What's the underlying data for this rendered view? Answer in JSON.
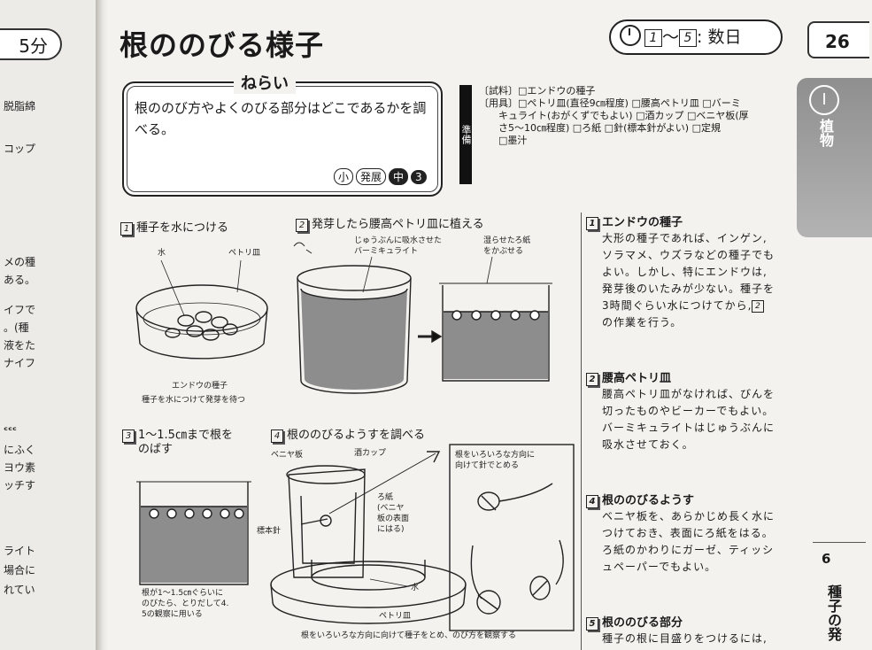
{
  "left_page": {
    "time_pill": "5分",
    "lines": [
      "脱脂綿",
      "コップ",
      "メの種",
      "ある。",
      "イフで",
      "。(種",
      "液をた",
      "ナイフ",
      "にふく",
      "ヨウ素",
      "ッチす",
      "ライト",
      "場合に",
      "れてい"
    ]
  },
  "header": {
    "title": "根ののびる様子",
    "time_from": "1",
    "time_tilde": "〜",
    "time_to": "5",
    "time_suffix": ": 数日",
    "page_number": "26",
    "tab_circle": "Ⅰ",
    "tab_word": "植物"
  },
  "aim": {
    "heading": "ねらい",
    "text": "根ののび方やよくのびる部分はどこであるかを調べる。",
    "badge1": "小",
    "badge2": "発展",
    "badge3": "中",
    "badge4": "3"
  },
  "prep": {
    "label": "準備",
    "lines": [
      "〔試料〕□エンドウの種子",
      "〔用具〕□ペトリ皿(直径9㎝程度) □腰高ペトリ皿 □バーミ",
      "キュライト(おがくずでもよい) □酒カップ □ベニヤ板(厚",
      "さ5〜10㎝程度) □ろ紙 □針(標本針がよい) □定規",
      "□墨汁"
    ]
  },
  "steps": {
    "s1": {
      "num": "1",
      "title": "種子を水につける",
      "label_water": "水",
      "label_dish": "ペトリ皿",
      "caption1": "エンドウの種子",
      "caption2": "種子を水につけて発芽を待つ"
    },
    "s2": {
      "num": "2",
      "title": "発芽したら腰高ペトリ皿に植える",
      "label_verm1": "じゅうぶんに吸水させた",
      "label_verm2": "バーミキュライト",
      "label_paper1": "湿らせたろ紙",
      "label_paper2": "をかぶせる"
    },
    "s3": {
      "num": "3",
      "title1": "1〜1.5㎝まで根を",
      "title2": "のばす",
      "caption1": "根が1〜1.5㎝ぐらいに",
      "caption2": "のびたら、とりだして4.",
      "caption3": "5の観察に用いる"
    },
    "s4": {
      "num": "4",
      "title": "根ののびるようすを調べる",
      "label_board": "ベニヤ板",
      "label_cup": "酒カップ",
      "label_pin": "標本針",
      "label_filter1": "ろ紙",
      "label_filter2": "(ベニヤ",
      "label_filter3": "板の表面",
      "label_filter4": "にはる)",
      "label_water": "水",
      "label_dish": "ペトリ皿",
      "inset1": "根をいろいろな方向に",
      "inset2": "向けて針でとめる",
      "caption": "根をいろいろな方向に向けて種子をとめ、のび方を観察する"
    }
  },
  "notes": [
    {
      "num": "1",
      "title": "エンドウの種子",
      "lines": [
        "大形の種子であれば、インゲン,",
        "ソラマメ、ウズラなどの種子でも",
        "よい。しかし、特にエンドウは,",
        "発芽後のいたみが少ない。種子を",
        "3時間ぐらい水につけてから,",
        "の作業を行う。"
      ],
      "ref": "2"
    },
    {
      "num": "2",
      "title": "腰高ペトリ皿",
      "lines": [
        "腰高ペトリ皿がなければ、びんを",
        "切ったものやビーカーでもよい。",
        "バーミキュライトはじゅうぶんに",
        "吸水させておく。"
      ]
    },
    {
      "num": "4",
      "title": "根ののびるようす",
      "lines": [
        "ベニヤ板を、あらかじめ長く水に",
        "つけておき、表面にろ紙をはる。",
        "ろ紙のかわりにガーゼ、ティッシ",
        "ュペーパーでもよい。"
      ]
    },
    {
      "num": "5",
      "title": "根ののびる部分",
      "lines": [
        "種子の根に目盛りをつけるには,"
      ]
    }
  ],
  "side": {
    "chapter": "6",
    "section": "種子の発"
  }
}
